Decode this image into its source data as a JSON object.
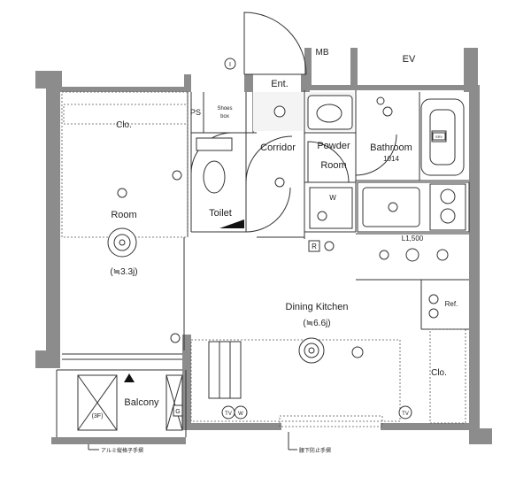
{
  "rooms": {
    "room": {
      "name": "Room",
      "area": "(≒3.3j)"
    },
    "dining_kitchen": {
      "name": "Dining Kitchen",
      "area": "(≒6.6j)"
    },
    "balcony": {
      "name": "Balcony",
      "floor": "(3F)"
    },
    "toilet": "Toilet",
    "corridor": "Corridor",
    "powder_room_line1": "Powder",
    "powder_room_line2": "Room",
    "bathroom": {
      "name": "Bathroom",
      "size": "1014"
    },
    "entrance": "Ent.",
    "ps": "PS",
    "shoes_box_line1": "Shoes",
    "shoes_box_line2": "box",
    "mb": "MB",
    "ev": "EV",
    "closet_room": "Clo.",
    "closet_dk": "Clo.",
    "washer": "W",
    "kitchen_width": "L1,500",
    "refrigerator": "Ref."
  },
  "symbols": {
    "intercom": "I",
    "range_hood": "R",
    "tv_outlet_left": "TV",
    "tel_outlet": "W",
    "tv_outlet_right": "TV",
    "bath_panel": "SRV",
    "balcony_g": "G"
  },
  "notes": {
    "handrail_balcony": "アルミ縦格子手摺",
    "handrail_window": "腰下防止手摺"
  }
}
